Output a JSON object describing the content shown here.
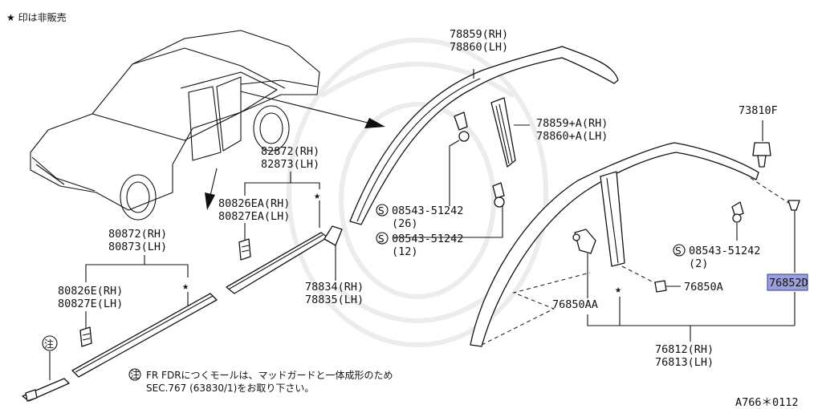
{
  "header": {
    "note": "★ 印は非販売"
  },
  "footer": {
    "note_line1": "FR FDRにつくモールは、マッドガードと一体成形のため",
    "note_line2": "SEC.767 (63830/1)をお取り下さい。",
    "note_marker": "注",
    "diagram_code": "A766＊0112"
  },
  "parts": {
    "p78859": "78859(RH)",
    "p78860": "78860(LH)",
    "p78859A": "78859+A(RH)",
    "p78860A": "78860+A(LH)",
    "p73810F": "73810F",
    "p82872": "82872(RH)",
    "p82873": "82873(LH)",
    "p80826EA": "80826EA(RH)",
    "p80827EA": "80827EA(LH)",
    "p80872": "80872(RH)",
    "p80873": "80873(LH)",
    "p80826E": "80826E(RH)",
    "p80827E": "80827E(LH)",
    "p78834": "78834(RH)",
    "p78835": "78835(LH)",
    "s1": "08543-51242",
    "s1q": "(26)",
    "s2": "08543-51242",
    "s2q": "(12)",
    "s3": "08543-51242",
    "s3q": "(2)",
    "p76850A": "76850A",
    "p76850AA": "76850AA",
    "p76852D": "76852D",
    "p76812": "76812(RH)",
    "p76813": "76813(LH)",
    "marker_s": "S",
    "marker_note": "注"
  },
  "colors": {
    "highlight": "#9aa0dc",
    "line": "#111111"
  }
}
